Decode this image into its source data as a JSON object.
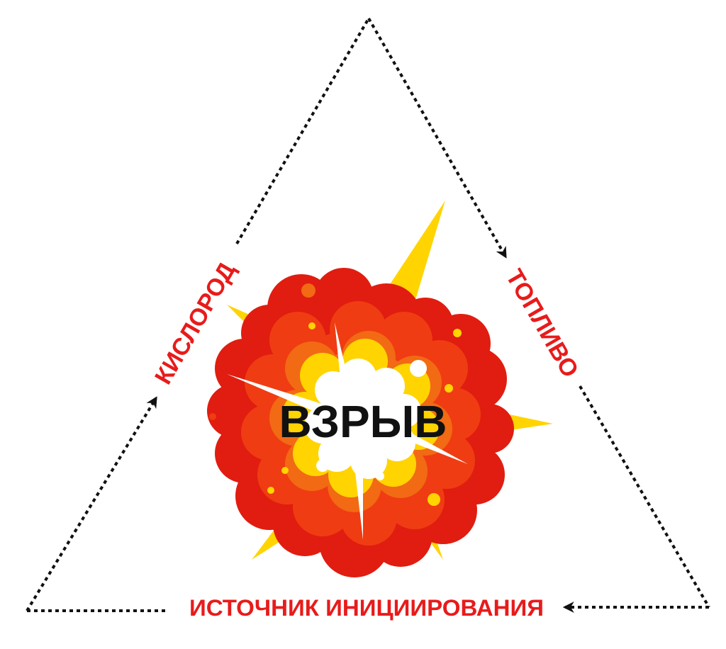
{
  "center_label": "ВЗРЫВ",
  "vertices": {
    "left": "КИСЛОРОД",
    "right": "ТОПЛИВО",
    "bottom": "ИСТОЧНИК ИНИЦИИРОВАНИЯ"
  },
  "colors": {
    "label": "#e81b1b",
    "center_text": "#111111",
    "dots": "#111111",
    "dark_red": "#e01d10",
    "red": "#f03c12",
    "orange": "#f26a14",
    "yellow": "#ffd400",
    "white": "#ffffff"
  },
  "icons": [
    "explosion-icon",
    "arrow-icon"
  ]
}
